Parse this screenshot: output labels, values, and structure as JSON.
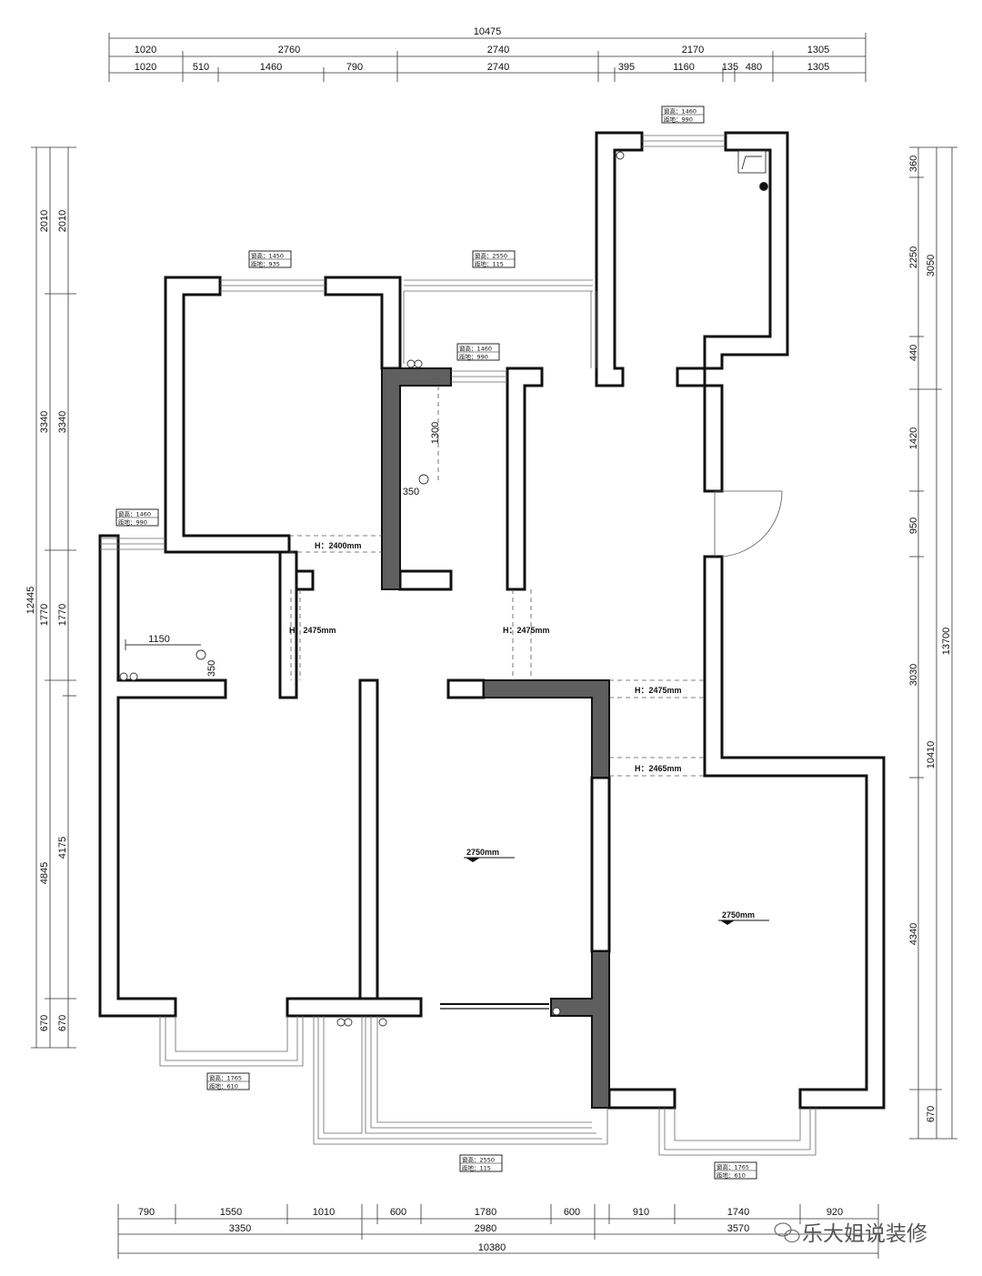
{
  "dims_top": {
    "overall": "10475",
    "row1": [
      "1020",
      "2760",
      "2740",
      "2170",
      "1305"
    ],
    "row2": [
      "1020",
      "510",
      "1460",
      "790",
      "2740",
      "395",
      "1160",
      "135",
      "480",
      "1305"
    ]
  },
  "dims_bottom": {
    "row1": [
      "790",
      "1550",
      "1010",
      "600",
      "1780",
      "600",
      "910",
      "1740",
      "920"
    ],
    "row2": [
      "3350",
      "2980",
      "3570"
    ],
    "overall": "10380"
  },
  "dims_left": {
    "overall": "12445",
    "outer": [
      "2010",
      "3340",
      "1770",
      "4845",
      "670"
    ],
    "inner": [
      "2010",
      "3340",
      "1770",
      "4175",
      "670"
    ]
  },
  "dims_right": {
    "overall": "13700",
    "outer": [
      "3050",
      "10410",
      "670"
    ],
    "inner": [
      "360",
      "2250",
      "440",
      "1420",
      "950",
      "3030",
      "4340"
    ]
  },
  "window_tags": [
    {
      "l1": "窗高：1460",
      "l2": "距地：990"
    },
    {
      "l1": "窗高：1450",
      "l2": "距地：935"
    },
    {
      "l1": "窗高：2550",
      "l2": "距地：115"
    },
    {
      "l1": "窗高：1460",
      "l2": "距地：990"
    },
    {
      "l1": "窗高：1460",
      "l2": "距地：990"
    },
    {
      "l1": "窗高：1765",
      "l2": "距地：610"
    },
    {
      "l1": "窗高：2550",
      "l2": "距地：115"
    },
    {
      "l1": "窗高：1765",
      "l2": "距地：610"
    }
  ],
  "height_labels": [
    "H：2400mm",
    "H：2475mm",
    "H：2475mm",
    "H：2475mm",
    "H：2465mm"
  ],
  "ceiling_labels": [
    "2750mm",
    "2750mm"
  ],
  "annotations": [
    "1300",
    "350",
    "1150",
    "350"
  ],
  "watermark": "乐大姐说装修",
  "colors": {
    "wall": "#111111",
    "new_wall": "#5f5f5f",
    "line": "#333333",
    "background": "#ffffff"
  }
}
